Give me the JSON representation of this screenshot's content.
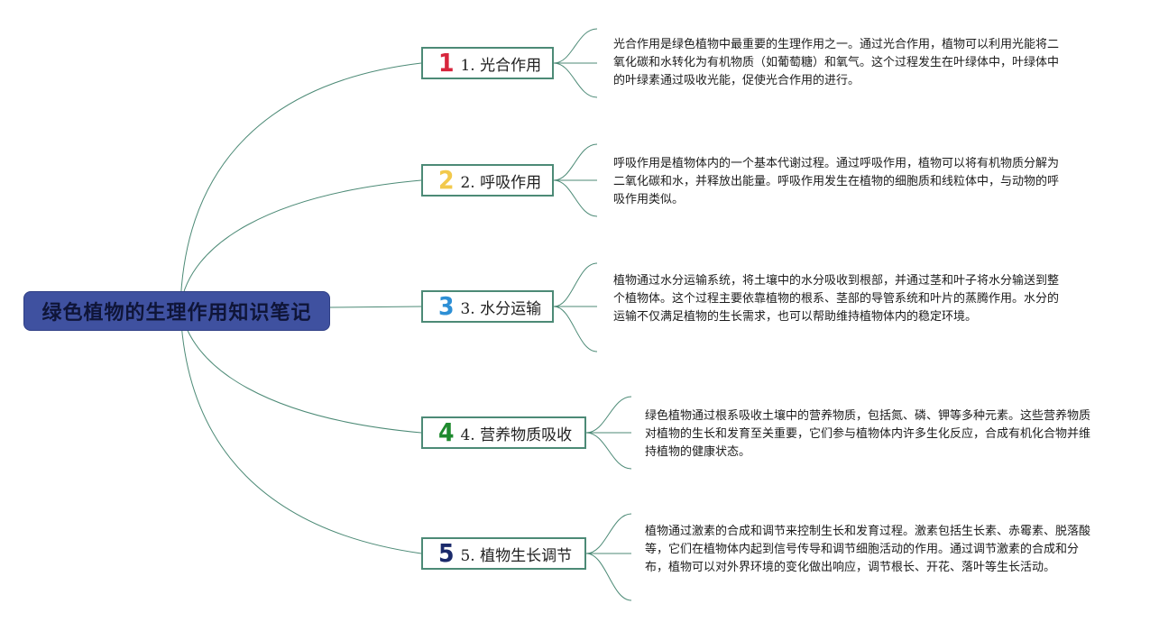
{
  "root": {
    "title": "绿色植物的生理作用知识笔记"
  },
  "topics": [
    {
      "number": "1",
      "label": "1. 光合作用",
      "number_color": "#d7263d",
      "detail": "光合作用是绿色植物中最重要的生理作用之一。通过光合作用，植物可以利用光能将二氧化碳和水转化为有机物质（如葡萄糖）和氧气。这个过程发生在叶绿体中，叶绿体中的叶绿素通过吸收光能，促使光合作用的进行。"
    },
    {
      "number": "2",
      "label": "2. 呼吸作用",
      "number_color": "#f2c94c",
      "detail": "呼吸作用是植物体内的一个基本代谢过程。通过呼吸作用，植物可以将有机物质分解为二氧化碳和水，并释放出能量。呼吸作用发生在植物的细胞质和线粒体中，与动物的呼吸作用类似。"
    },
    {
      "number": "3",
      "label": "3. 水分运输",
      "number_color": "#2d8fd5",
      "detail": "植物通过水分运输系统，将土壤中的水分吸收到根部，并通过茎和叶子将水分输送到整个植物体。这个过程主要依靠植物的根系、茎部的导管系统和叶片的蒸腾作用。水分的运输不仅满足植物的生长需求，也可以帮助维持植物体内的稳定环境。"
    },
    {
      "number": "4",
      "label": "4. 营养物质吸收",
      "number_color": "#1e8a2e",
      "detail": "绿色植物通过根系吸收土壤中的营养物质，包括氮、磷、钾等多种元素。这些营养物质对植物的生长和发育至关重要，它们参与植物体内许多生化反应，合成有机化合物并维持植物的健康状态。"
    },
    {
      "number": "5",
      "label": "5. 植物生长调节",
      "number_color": "#1b2a6b",
      "detail": "植物通过激素的合成和调节来控制生长和发育过程。激素包括生长素、赤霉素、脱落酸等，它们在植物体内起到信号传导和调节细胞活动的作用。通过调节激素的合成和分布，植物可以对外界环境的变化做出响应，调节根长、开花、落叶等生长活动。"
    }
  ],
  "colors": {
    "connector": "#4c8a76",
    "root_bg": "#3f51a0",
    "topic_border": "#4c8a76"
  }
}
